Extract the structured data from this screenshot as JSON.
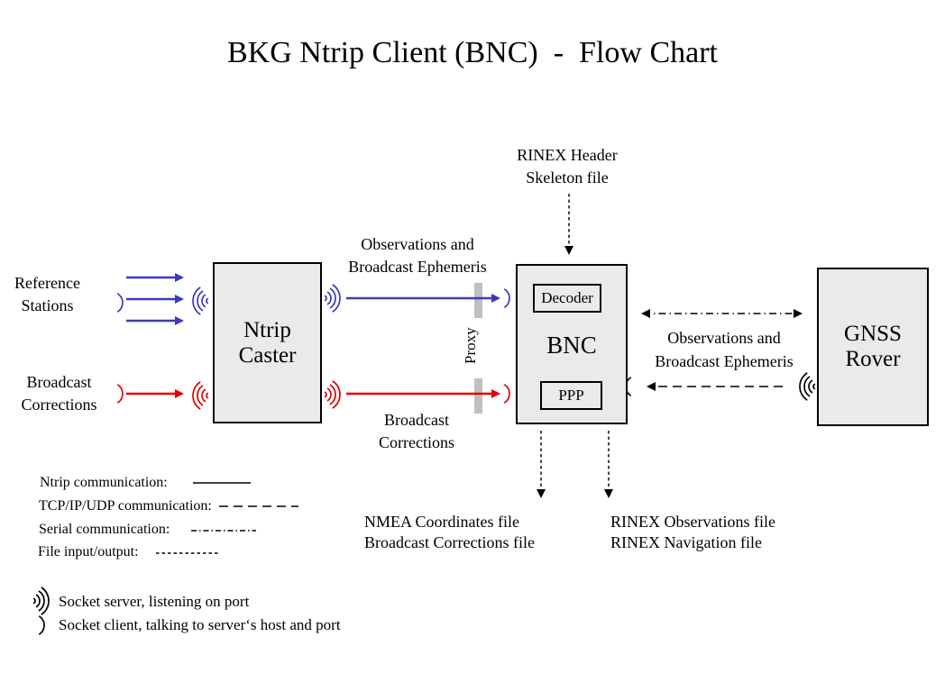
{
  "title": "BKG Ntrip Client (BNC)  -  Flow Chart",
  "colors": {
    "ntrip_blue": "#3A3ABB",
    "ntrip_red": "#E00000",
    "box_fill": "#EAEAEA",
    "box_border": "#000000",
    "proxy_bar_gray": "#C0C0C0",
    "text": "#000000"
  },
  "boxes": {
    "ntrip_caster": "Ntrip\nCaster",
    "bnc": "BNC",
    "decoder": "Decoder",
    "ppp": "PPP",
    "gnss_rover": "GNSS\nRover"
  },
  "labels": {
    "reference_stations": "Reference\nStations",
    "broadcast_corrections_input": "Broadcast\nCorrections",
    "observations_ephemeris_stream": "Observations and\nBroadcast Ephemeris",
    "broadcast_corrections_stream": "Broadcast\nCorrections",
    "proxy": "Proxy",
    "rinex_header_skeleton": "RINEX Header\nSkeleton file",
    "observations_ephemeris_rover": "Observations and\nBroadcast Ephemeris",
    "nmea_output_files": "NMEA Coordinates file\nBroadcast Corrections file",
    "rinex_output_files": "RINEX Observations file\nRINEX Navigation file"
  },
  "legend": {
    "items": [
      {
        "label": "Ntrip communication:",
        "line_style": "solid"
      },
      {
        "label": "TCP/IP/UDP communication:",
        "line_style": "dashed"
      },
      {
        "label": "Serial communication:",
        "line_style": "dash-dot"
      },
      {
        "label": "File input/output:",
        "line_style": "fine-dashed"
      }
    ],
    "socket_server": "Socket server, listening on port",
    "socket_client": "Socket client, talking to server‘s host and port"
  }
}
